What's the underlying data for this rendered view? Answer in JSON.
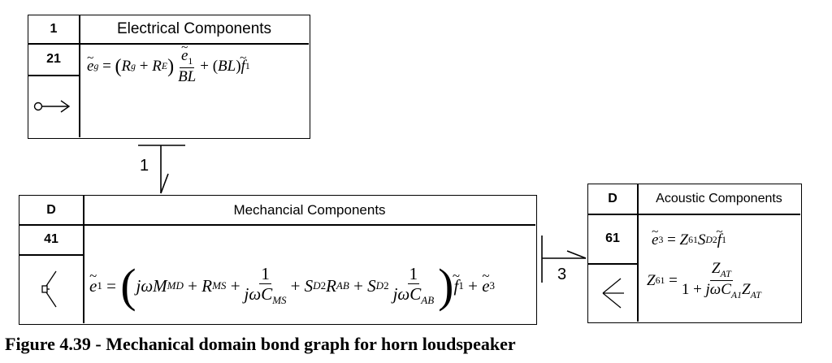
{
  "electrical": {
    "header_num": "1",
    "title": "Electrical Components",
    "component_num": "21"
  },
  "mechanical": {
    "header_num": "D",
    "title": "Mechancial Components",
    "component_num": "41"
  },
  "acoustic": {
    "header_num": "D",
    "title": "Acoustic Components",
    "component_num": "61"
  },
  "bonds": {
    "bond1_label": "1",
    "bond3_label": "3"
  },
  "caption": "Figure 4.39 - Mechanical domain bond graph for horn loudspeaker"
}
